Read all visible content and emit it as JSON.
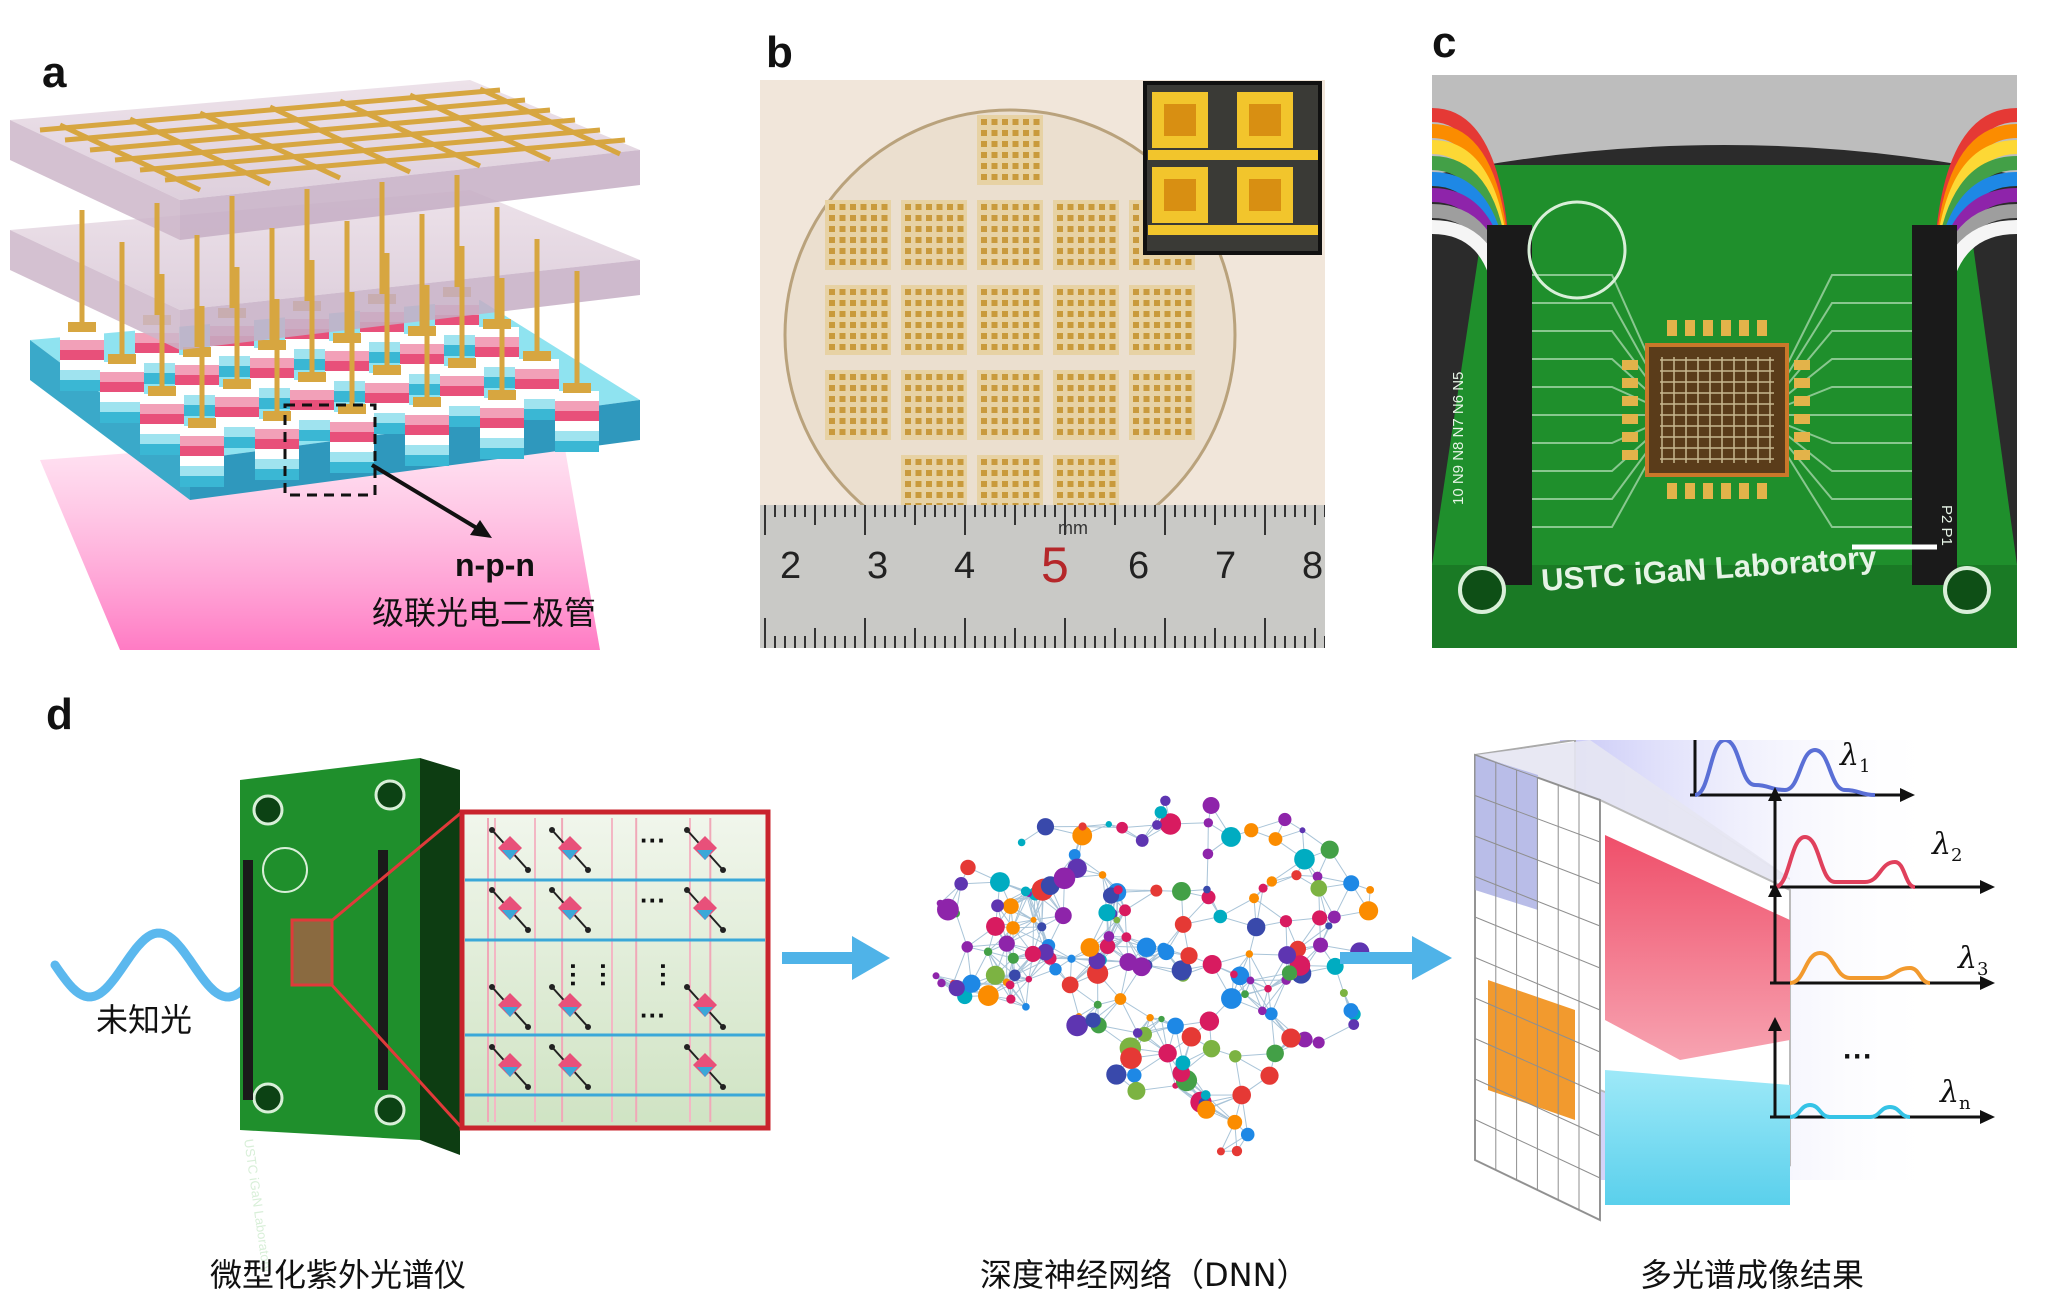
{
  "panels": {
    "a": "a",
    "b": "b",
    "c": "c",
    "d": "d"
  },
  "panel_a": {
    "structure_label": "n-p-n",
    "structure_desc": "级联光电二极管"
  },
  "panel_b": {
    "ruler_unit": "mm",
    "ruler_ticks": [
      "2",
      "3",
      "4",
      "5",
      "6",
      "7",
      "8"
    ]
  },
  "panel_c": {
    "board_text": "USTC iGaN Laboratory",
    "pin_labels_left": "10 N9 N8 N7 N6 N5",
    "pin_labels_right": "P2 P1"
  },
  "panel_d": {
    "input_label": "未知光",
    "device_board_text": "USTC iGaN Laboratory",
    "array_dots": "···",
    "captions": {
      "device": "微型化紫外光谱仪",
      "network": "深度神经网络（DNN）",
      "result": "多光谱成像结果"
    },
    "spectra": [
      {
        "label": "λ",
        "sub": "1",
        "color": "#5a6fd6"
      },
      {
        "label": "λ",
        "sub": "2",
        "color": "#e0405c"
      },
      {
        "label": "λ",
        "sub": "3",
        "color": "#f29a2e"
      },
      {
        "label": "λ",
        "sub": "n",
        "color": "#35c3e6"
      }
    ],
    "spectra_dots": "···"
  },
  "colors": {
    "pcb_green": "#1f8f2c",
    "gold": "#d7a640",
    "cyan": "#4fc7e0",
    "pink": "#e8507a",
    "arrow_blue": "#4fb3e8"
  }
}
